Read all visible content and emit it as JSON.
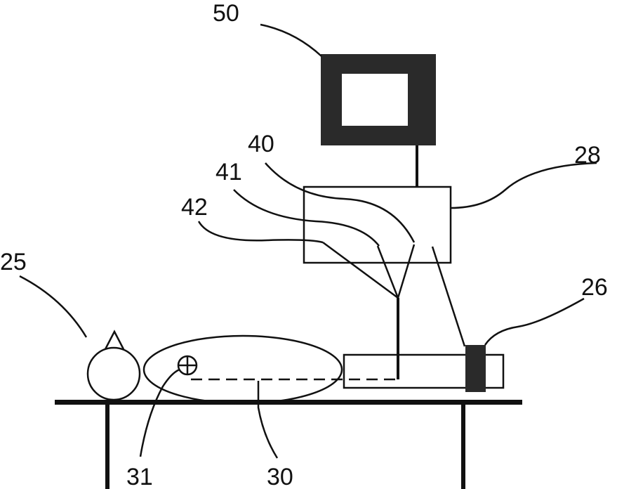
{
  "diagram": {
    "labels": {
      "monitor": "50",
      "control_unit": "28",
      "line_40": "40",
      "line_41": "41",
      "line_42": "42",
      "head": "25",
      "coil_marker": "26",
      "target_marker": "31",
      "path": "30"
    },
    "colors": {
      "ink": "#111111",
      "fill_dark": "#2a2a2a",
      "background": "#ffffff"
    }
  }
}
